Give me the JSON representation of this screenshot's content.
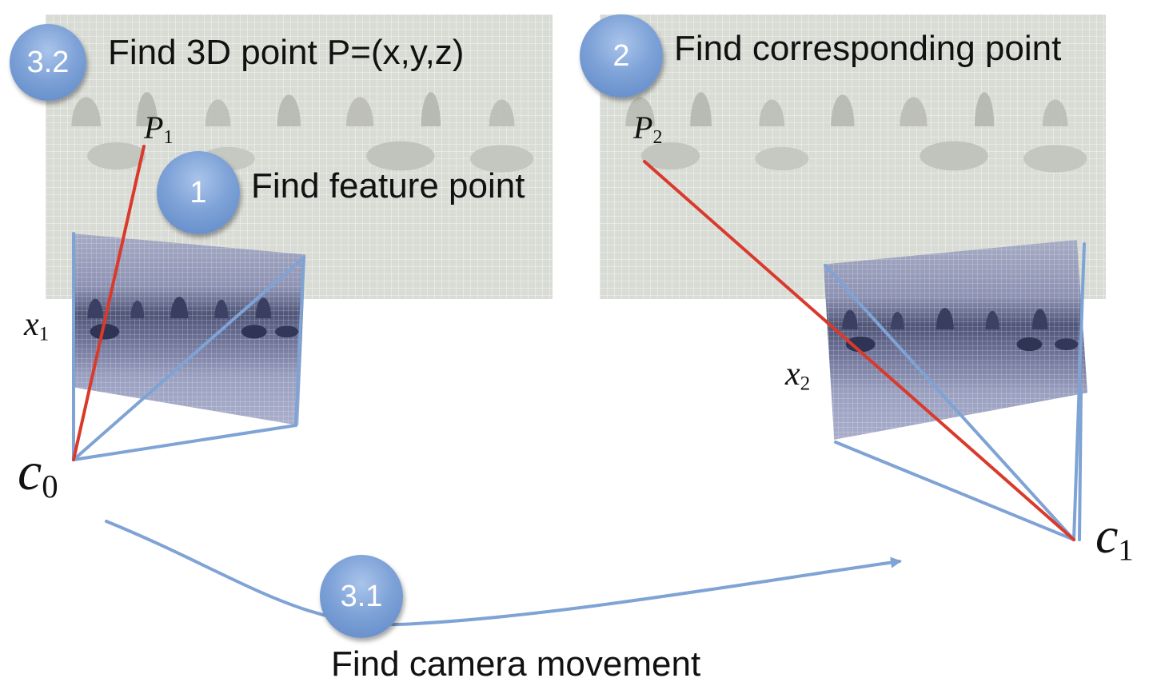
{
  "steps": {
    "step_3_2": {
      "badge": "3.2",
      "caption": "Find 3D point P=(x,y,z)"
    },
    "step_2": {
      "badge": "2",
      "caption": "Find corresponding point"
    },
    "step_1": {
      "badge": "1",
      "caption": "Find feature point"
    },
    "step_3_1": {
      "badge": "3.1",
      "caption": "Find camera movement"
    }
  },
  "labels": {
    "p1": {
      "base": "P",
      "sub": "1"
    },
    "p2": {
      "base": "P",
      "sub": "2"
    },
    "x1": {
      "base": "x",
      "sub": "1"
    },
    "x2": {
      "base": "x",
      "sub": "2"
    },
    "c0": {
      "base": "c",
      "sub": "0"
    },
    "c1": {
      "base": "c",
      "sub": "1"
    }
  },
  "colors": {
    "frustum_line": "#7ea3d4",
    "ray_line": "#d93a2b",
    "badge": "#7fa3d8",
    "arrow": "#7ea3d4"
  }
}
